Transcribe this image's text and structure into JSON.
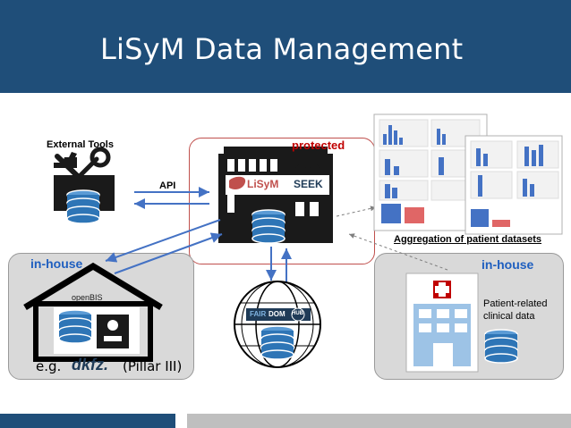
{
  "slide": {
    "title": "LiSyM Data Management"
  },
  "external_tools": {
    "label": "External Tools"
  },
  "api": {
    "label": "API"
  },
  "seek_box": {
    "protected_label": "protected",
    "lisym_logo_text": "LiSyM",
    "seek_logo_text": "SEEK"
  },
  "aggregation": {
    "label": "Aggregation of patient datasets"
  },
  "inhouse_left": {
    "title": "in-house",
    "openbis_label": "openBIS",
    "eg_label": "e.g.",
    "dkfz_label": "dkfz.",
    "pillar_label": "(Pillar III)"
  },
  "inhouse_right": {
    "title": "in-house",
    "clinical_line1": "Patient-related",
    "clinical_line2": "clinical data"
  },
  "fairdom": {
    "fair_text": "FAIR",
    "dom_text": "DOM",
    "hub_text": "HUB"
  },
  "colors": {
    "banner": "#1f4e79",
    "protected": "#c00000",
    "inhouse_title": "#1f5fbf",
    "arrow": "#4472c4",
    "database": "#2e75b6"
  }
}
